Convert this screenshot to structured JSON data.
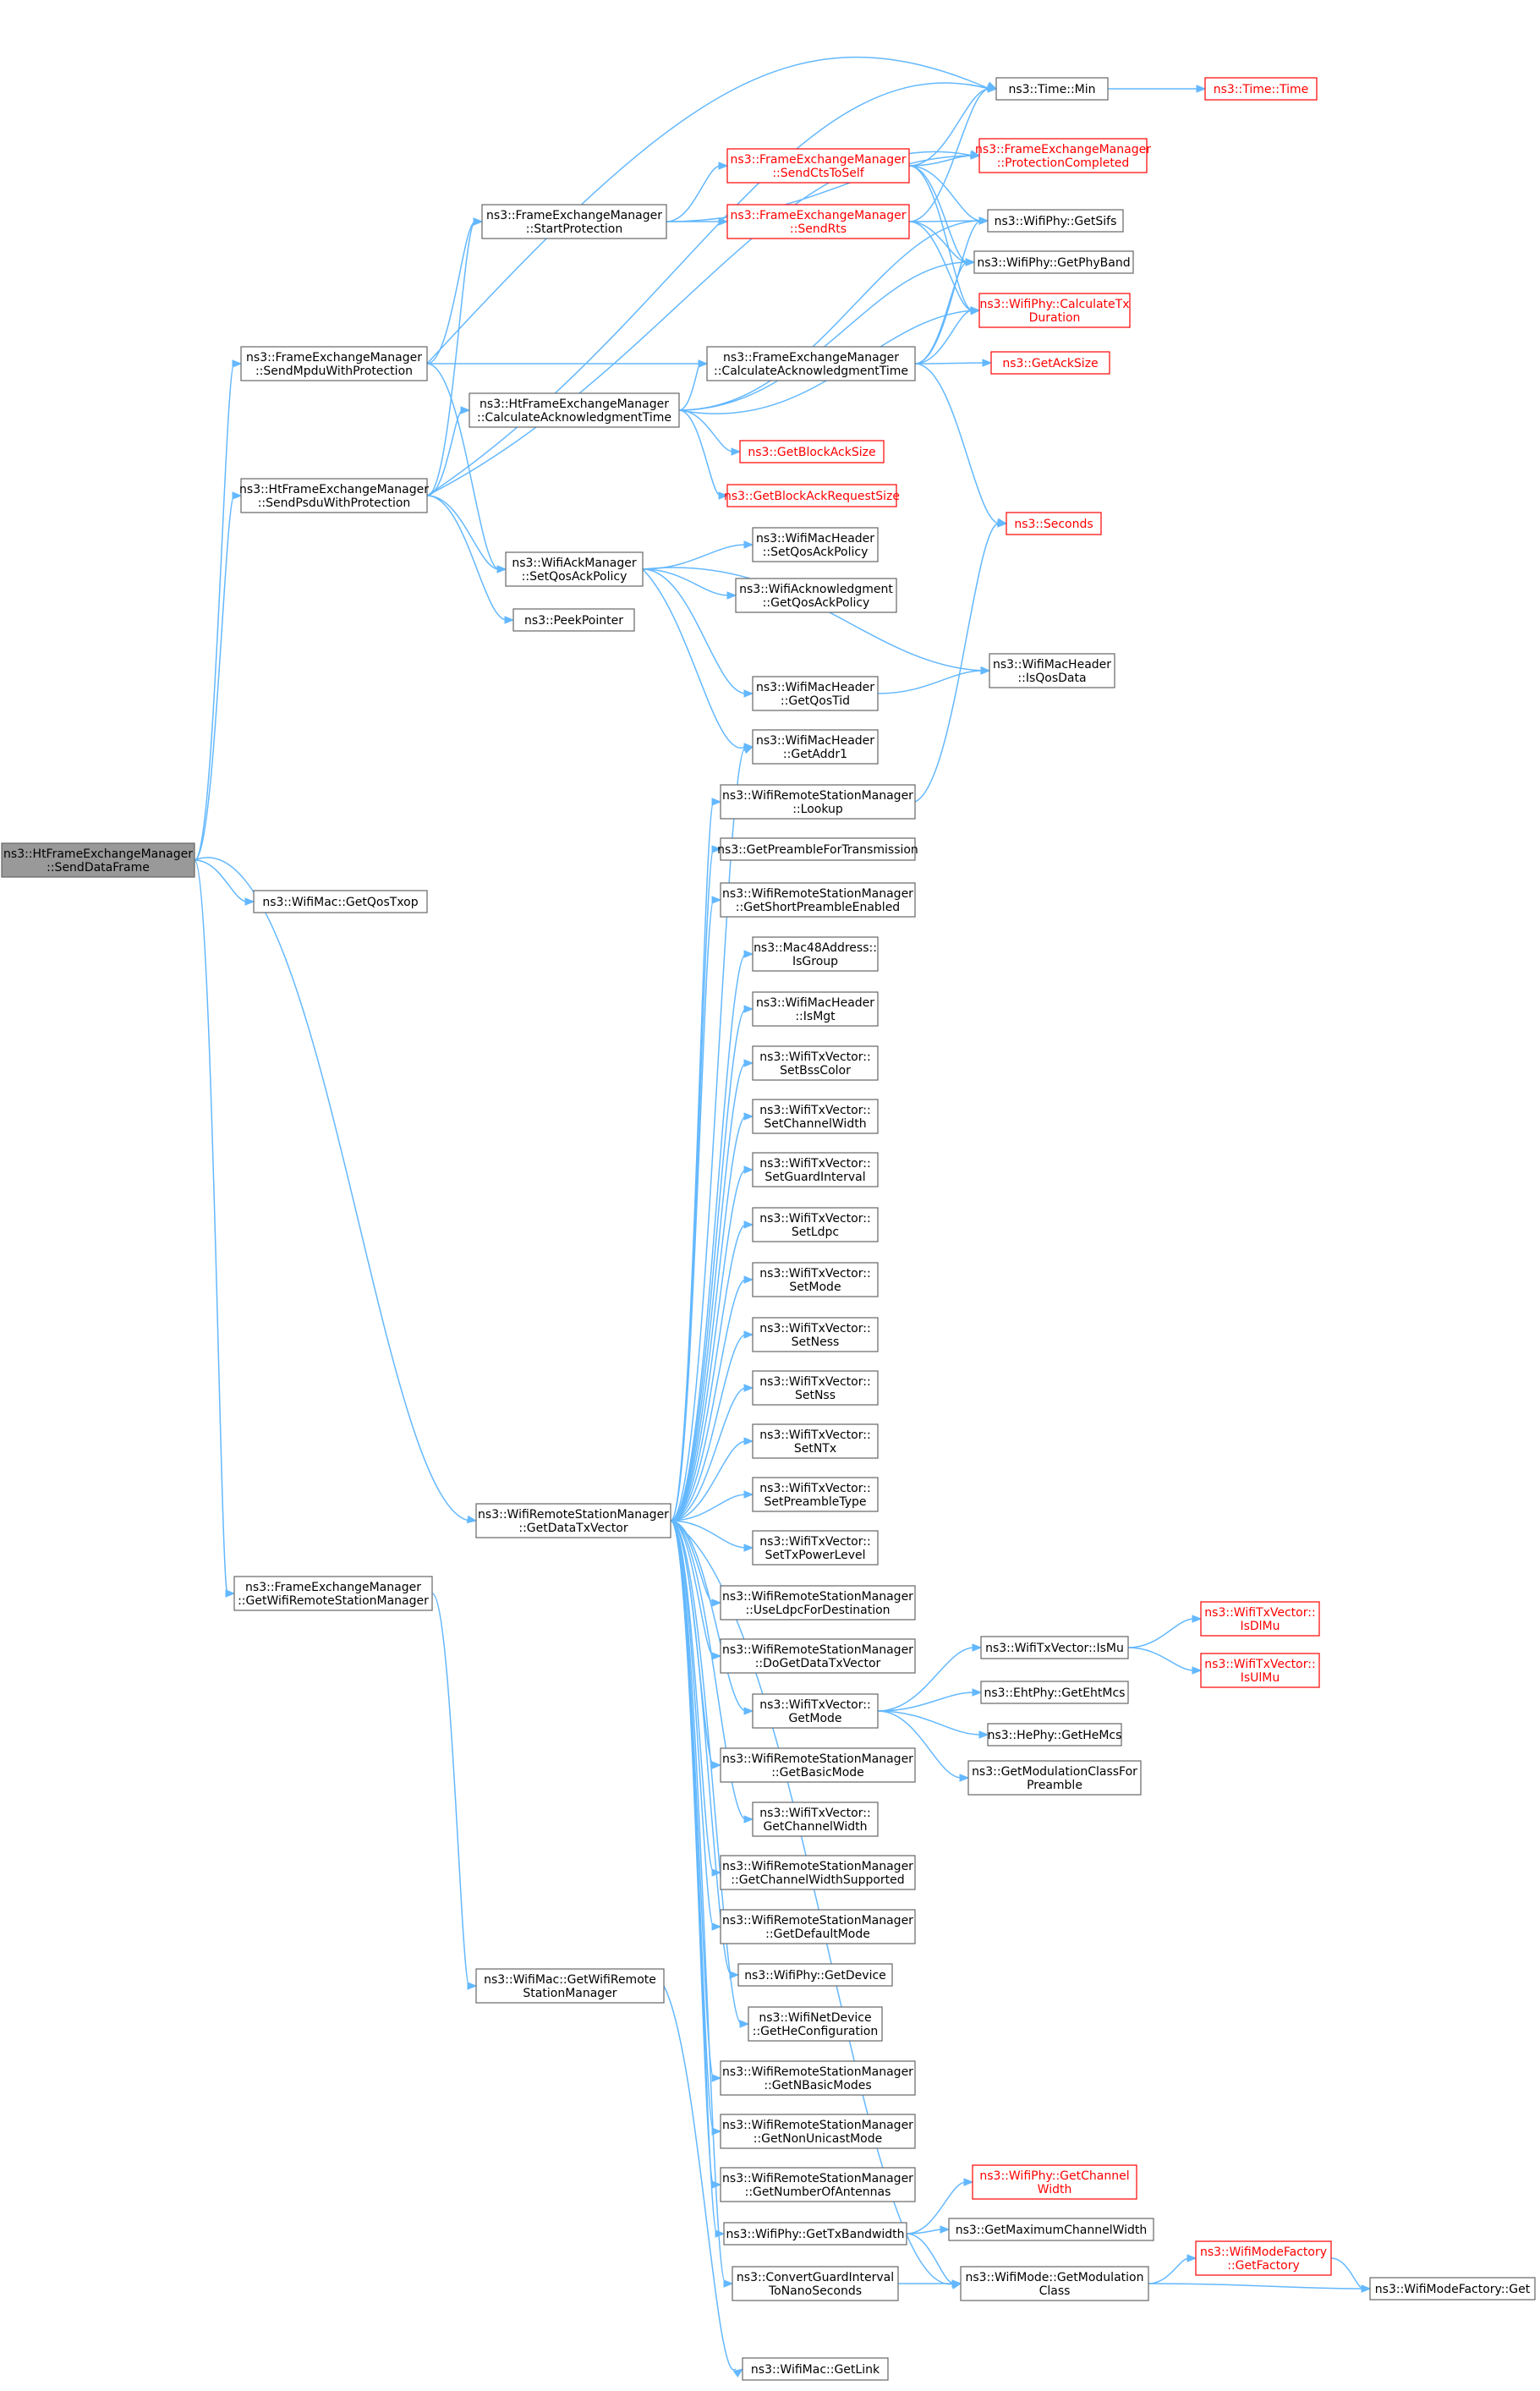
{
  "colors": {
    "edge": "#63b8ff",
    "node_border": "#666666",
    "node_border_incomplete": "#ff0000",
    "root_fill": "#999999"
  },
  "nodes": [
    {
      "id": "root",
      "lines": [
        "ns3::HtFrameExchangeManager",
        "::SendDataFrame"
      ],
      "kind": "root"
    },
    {
      "id": "send_mpdu",
      "lines": [
        "ns3::FrameExchangeManager",
        "::SendMpduWithProtection"
      ],
      "kind": "normal"
    },
    {
      "id": "send_psdu",
      "lines": [
        "ns3::HtFrameExchangeManager",
        "::SendPsduWithProtection"
      ],
      "kind": "normal"
    },
    {
      "id": "get_qos_txop",
      "lines": [
        "ns3::WifiMac::GetQosTxop"
      ],
      "kind": "normal"
    },
    {
      "id": "get_data_txvec",
      "lines": [
        "ns3::WifiRemoteStationManager",
        "::GetDataTxVector"
      ],
      "kind": "normal"
    },
    {
      "id": "get_wrsm",
      "lines": [
        "ns3::FrameExchangeManager",
        "::GetWifiRemoteStationManager"
      ],
      "kind": "normal"
    },
    {
      "id": "mac_get_wrsm",
      "lines": [
        "ns3::WifiMac::GetWifiRemote",
        "StationManager"
      ],
      "kind": "normal"
    },
    {
      "id": "start_prot",
      "lines": [
        "ns3::FrameExchangeManager",
        "::StartProtection"
      ],
      "kind": "normal"
    },
    {
      "id": "ht_calc_ack",
      "lines": [
        "ns3::HtFrameExchangeManager",
        "::CalculateAcknowledgmentTime"
      ],
      "kind": "normal"
    },
    {
      "id": "set_qos_ack",
      "lines": [
        "ns3::WifiAckManager",
        "::SetQosAckPolicy"
      ],
      "kind": "normal"
    },
    {
      "id": "peek_pointer",
      "lines": [
        "ns3::PeekPointer"
      ],
      "kind": "normal"
    },
    {
      "id": "send_cts",
      "lines": [
        "ns3::FrameExchangeManager",
        "::SendCtsToSelf"
      ],
      "kind": "red"
    },
    {
      "id": "send_rts",
      "lines": [
        "ns3::FrameExchangeManager",
        "::SendRts"
      ],
      "kind": "red"
    },
    {
      "id": "fem_calc_ack",
      "lines": [
        "ns3::FrameExchangeManager",
        "::CalculateAcknowledgmentTime"
      ],
      "kind": "normal"
    },
    {
      "id": "get_block_ack_size",
      "lines": [
        "ns3::GetBlockAckSize"
      ],
      "kind": "red"
    },
    {
      "id": "get_bar_size",
      "lines": [
        "ns3::GetBlockAckRequestSize"
      ],
      "kind": "red"
    },
    {
      "id": "hdr_set_qos_ack",
      "lines": [
        "ns3::WifiMacHeader",
        "::SetQosAckPolicy"
      ],
      "kind": "normal"
    },
    {
      "id": "ack_get_qos_ack",
      "lines": [
        "ns3::WifiAcknowledgment",
        "::GetQosAckPolicy"
      ],
      "kind": "normal"
    },
    {
      "id": "hdr_get_qos_tid",
      "lines": [
        "ns3::WifiMacHeader",
        "::GetQosTid"
      ],
      "kind": "normal"
    },
    {
      "id": "hdr_get_addr1",
      "lines": [
        "ns3::WifiMacHeader",
        "::GetAddr1"
      ],
      "kind": "normal"
    },
    {
      "id": "lookup",
      "lines": [
        "ns3::WifiRemoteStationManager",
        "::Lookup"
      ],
      "kind": "normal"
    },
    {
      "id": "get_preamble",
      "lines": [
        "ns3::GetPreambleForTransmission"
      ],
      "kind": "normal"
    },
    {
      "id": "short_preamble",
      "lines": [
        "ns3::WifiRemoteStationManager",
        "::GetShortPreambleEnabled"
      ],
      "kind": "normal"
    },
    {
      "id": "mac48_isgroup",
      "lines": [
        "ns3::Mac48Address::",
        "IsGroup"
      ],
      "kind": "normal"
    },
    {
      "id": "hdr_ismgt",
      "lines": [
        "ns3::WifiMacHeader",
        "::IsMgt"
      ],
      "kind": "normal"
    },
    {
      "id": "set_bss_color",
      "lines": [
        "ns3::WifiTxVector::",
        "SetBssColor"
      ],
      "kind": "normal"
    },
    {
      "id": "set_channel_width",
      "lines": [
        "ns3::WifiTxVector::",
        "SetChannelWidth"
      ],
      "kind": "normal"
    },
    {
      "id": "set_guard_interval",
      "lines": [
        "ns3::WifiTxVector::",
        "SetGuardInterval"
      ],
      "kind": "normal"
    },
    {
      "id": "set_ldpc",
      "lines": [
        "ns3::WifiTxVector::",
        "SetLdpc"
      ],
      "kind": "normal"
    },
    {
      "id": "set_mode",
      "lines": [
        "ns3::WifiTxVector::",
        "SetMode"
      ],
      "kind": "normal"
    },
    {
      "id": "set_ness",
      "lines": [
        "ns3::WifiTxVector::",
        "SetNess"
      ],
      "kind": "normal"
    },
    {
      "id": "set_nss",
      "lines": [
        "ns3::WifiTxVector::",
        "SetNss"
      ],
      "kind": "normal"
    },
    {
      "id": "set_ntx",
      "lines": [
        "ns3::WifiTxVector::",
        "SetNTx"
      ],
      "kind": "normal"
    },
    {
      "id": "set_preamble_type",
      "lines": [
        "ns3::WifiTxVector::",
        "SetPreambleType"
      ],
      "kind": "normal"
    },
    {
      "id": "set_tx_power",
      "lines": [
        "ns3::WifiTxVector::",
        "SetTxPowerLevel"
      ],
      "kind": "normal"
    },
    {
      "id": "use_ldpc",
      "lines": [
        "ns3::WifiRemoteStationManager",
        "::UseLdpcForDestination"
      ],
      "kind": "normal"
    },
    {
      "id": "do_get_data_txvec",
      "lines": [
        "ns3::WifiRemoteStationManager",
        "::DoGetDataTxVector"
      ],
      "kind": "normal"
    },
    {
      "id": "txvec_get_mode",
      "lines": [
        "ns3::WifiTxVector::",
        "GetMode"
      ],
      "kind": "normal"
    },
    {
      "id": "get_basic_mode",
      "lines": [
        "ns3::WifiRemoteStationManager",
        "::GetBasicMode"
      ],
      "kind": "normal"
    },
    {
      "id": "get_channel_width",
      "lines": [
        "ns3::WifiTxVector::",
        "GetChannelWidth"
      ],
      "kind": "normal"
    },
    {
      "id": "cw_supported",
      "lines": [
        "ns3::WifiRemoteStationManager",
        "::GetChannelWidthSupported"
      ],
      "kind": "normal"
    },
    {
      "id": "get_default_mode",
      "lines": [
        "ns3::WifiRemoteStationManager",
        "::GetDefaultMode"
      ],
      "kind": "normal"
    },
    {
      "id": "phy_get_device",
      "lines": [
        "ns3::WifiPhy::GetDevice"
      ],
      "kind": "normal"
    },
    {
      "id": "he_config",
      "lines": [
        "ns3::WifiNetDevice",
        "::GetHeConfiguration"
      ],
      "kind": "normal"
    },
    {
      "id": "n_basic_modes",
      "lines": [
        "ns3::WifiRemoteStationManager",
        "::GetNBasicModes"
      ],
      "kind": "normal"
    },
    {
      "id": "non_unicast",
      "lines": [
        "ns3::WifiRemoteStationManager",
        "::GetNonUnicastMode"
      ],
      "kind": "normal"
    },
    {
      "id": "num_antennas",
      "lines": [
        "ns3::WifiRemoteStationManager",
        "::GetNumberOfAntennas"
      ],
      "kind": "normal"
    },
    {
      "id": "get_tx_bandwidth",
      "lines": [
        "ns3::WifiPhy::GetTxBandwidth"
      ],
      "kind": "normal"
    },
    {
      "id": "convert_gi",
      "lines": [
        "ns3::ConvertGuardInterval",
        "ToNanoSeconds"
      ],
      "kind": "normal"
    },
    {
      "id": "mac_get_link",
      "lines": [
        "ns3::WifiMac::GetLink"
      ],
      "kind": "normal"
    },
    {
      "id": "time_min",
      "lines": [
        "ns3::Time::Min"
      ],
      "kind": "normal"
    },
    {
      "id": "prot_completed",
      "lines": [
        "ns3::FrameExchangeManager",
        "::ProtectionCompleted"
      ],
      "kind": "red"
    },
    {
      "id": "get_sifs",
      "lines": [
        "ns3::WifiPhy::GetSifs"
      ],
      "kind": "normal"
    },
    {
      "id": "get_phy_band",
      "lines": [
        "ns3::WifiPhy::GetPhyBand"
      ],
      "kind": "normal"
    },
    {
      "id": "calc_tx_duration",
      "lines": [
        "ns3::WifiPhy::CalculateTx",
        "Duration"
      ],
      "kind": "red"
    },
    {
      "id": "get_ack_size",
      "lines": [
        "ns3::GetAckSize"
      ],
      "kind": "red"
    },
    {
      "id": "seconds",
      "lines": [
        "ns3::Seconds"
      ],
      "kind": "red"
    },
    {
      "id": "hdr_is_qos_data",
      "lines": [
        "ns3::WifiMacHeader",
        "::IsQosData"
      ],
      "kind": "normal"
    },
    {
      "id": "txvec_is_mu",
      "lines": [
        "ns3::WifiTxVector::IsMu"
      ],
      "kind": "normal"
    },
    {
      "id": "eht_get_mcs",
      "lines": [
        "ns3::EhtPhy::GetEhtMcs"
      ],
      "kind": "normal"
    },
    {
      "id": "he_get_mcs",
      "lines": [
        "ns3::HePhy::GetHeMcs"
      ],
      "kind": "normal"
    },
    {
      "id": "mod_class_preamble",
      "lines": [
        "ns3::GetModulationClassFor",
        "Preamble"
      ],
      "kind": "normal"
    },
    {
      "id": "phy_get_channel_width",
      "lines": [
        "ns3::WifiPhy::GetChannel",
        "Width"
      ],
      "kind": "red"
    },
    {
      "id": "max_channel_width",
      "lines": [
        "ns3::GetMaximumChannelWidth"
      ],
      "kind": "normal"
    },
    {
      "id": "mode_get_mod_class",
      "lines": [
        "ns3::WifiMode::GetModulation",
        "Class"
      ],
      "kind": "normal"
    },
    {
      "id": "time_time",
      "lines": [
        "ns3::Time::Time"
      ],
      "kind": "red"
    },
    {
      "id": "is_dl_mu",
      "lines": [
        "ns3::WifiTxVector::",
        "IsDlMu"
      ],
      "kind": "red"
    },
    {
      "id": "is_ul_mu",
      "lines": [
        "ns3::WifiTxVector::",
        "IsUlMu"
      ],
      "kind": "red"
    },
    {
      "id": "mode_factory_get_factory",
      "lines": [
        "ns3::WifiModeFactory",
        "::GetFactory"
      ],
      "kind": "red"
    },
    {
      "id": "mode_factory_get",
      "lines": [
        "ns3::WifiModeFactory::Get"
      ],
      "kind": "normal"
    }
  ],
  "edges": [
    [
      "root",
      "send_mpdu"
    ],
    [
      "root",
      "send_psdu"
    ],
    [
      "root",
      "get_qos_txop"
    ],
    [
      "root",
      "get_data_txvec"
    ],
    [
      "root",
      "get_wrsm"
    ],
    [
      "send_mpdu",
      "start_prot"
    ],
    [
      "send_mpdu",
      "time_min"
    ],
    [
      "send_mpdu",
      "fem_calc_ack"
    ],
    [
      "send_mpdu",
      "set_qos_ack"
    ],
    [
      "send_psdu",
      "start_prot"
    ],
    [
      "send_psdu",
      "prot_completed"
    ],
    [
      "send_psdu",
      "ht_calc_ack"
    ],
    [
      "send_psdu",
      "set_qos_ack"
    ],
    [
      "send_psdu",
      "peek_pointer"
    ],
    [
      "send_psdu",
      "time_min"
    ],
    [
      "get_wrsm",
      "mac_get_wrsm"
    ],
    [
      "mac_get_wrsm",
      "mac_get_link"
    ],
    [
      "start_prot",
      "send_cts"
    ],
    [
      "start_prot",
      "send_rts"
    ],
    [
      "start_prot",
      "prot_completed"
    ],
    [
      "send_cts",
      "time_min"
    ],
    [
      "send_cts",
      "prot_completed"
    ],
    [
      "send_cts",
      "get_sifs"
    ],
    [
      "send_cts",
      "get_phy_band"
    ],
    [
      "send_cts",
      "calc_tx_duration"
    ],
    [
      "send_rts",
      "time_min"
    ],
    [
      "send_rts",
      "get_sifs"
    ],
    [
      "send_rts",
      "get_phy_band"
    ],
    [
      "send_rts",
      "calc_tx_duration"
    ],
    [
      "ht_calc_ack",
      "fem_calc_ack"
    ],
    [
      "ht_calc_ack",
      "get_block_ack_size"
    ],
    [
      "ht_calc_ack",
      "get_bar_size"
    ],
    [
      "ht_calc_ack",
      "get_sifs"
    ],
    [
      "ht_calc_ack",
      "get_phy_band"
    ],
    [
      "ht_calc_ack",
      "calc_tx_duration"
    ],
    [
      "fem_calc_ack",
      "get_sifs"
    ],
    [
      "fem_calc_ack",
      "get_phy_band"
    ],
    [
      "fem_calc_ack",
      "calc_tx_duration"
    ],
    [
      "fem_calc_ack",
      "get_ack_size"
    ],
    [
      "fem_calc_ack",
      "seconds"
    ],
    [
      "set_qos_ack",
      "hdr_set_qos_ack"
    ],
    [
      "set_qos_ack",
      "ack_get_qos_ack"
    ],
    [
      "set_qos_ack",
      "hdr_get_qos_tid"
    ],
    [
      "set_qos_ack",
      "hdr_get_addr1"
    ],
    [
      "set_qos_ack",
      "hdr_is_qos_data"
    ],
    [
      "hdr_get_qos_tid",
      "hdr_is_qos_data"
    ],
    [
      "lookup",
      "seconds"
    ],
    [
      "time_min",
      "time_time"
    ],
    [
      "get_data_txvec",
      "hdr_get_addr1"
    ],
    [
      "get_data_txvec",
      "lookup"
    ],
    [
      "get_data_txvec",
      "get_preamble"
    ],
    [
      "get_data_txvec",
      "short_preamble"
    ],
    [
      "get_data_txvec",
      "mac48_isgroup"
    ],
    [
      "get_data_txvec",
      "hdr_ismgt"
    ],
    [
      "get_data_txvec",
      "set_bss_color"
    ],
    [
      "get_data_txvec",
      "set_channel_width"
    ],
    [
      "get_data_txvec",
      "set_guard_interval"
    ],
    [
      "get_data_txvec",
      "set_ldpc"
    ],
    [
      "get_data_txvec",
      "set_mode"
    ],
    [
      "get_data_txvec",
      "set_ness"
    ],
    [
      "get_data_txvec",
      "set_nss"
    ],
    [
      "get_data_txvec",
      "set_ntx"
    ],
    [
      "get_data_txvec",
      "set_preamble_type"
    ],
    [
      "get_data_txvec",
      "set_tx_power"
    ],
    [
      "get_data_txvec",
      "use_ldpc"
    ],
    [
      "get_data_txvec",
      "do_get_data_txvec"
    ],
    [
      "get_data_txvec",
      "txvec_get_mode"
    ],
    [
      "get_data_txvec",
      "get_basic_mode"
    ],
    [
      "get_data_txvec",
      "get_channel_width"
    ],
    [
      "get_data_txvec",
      "cw_supported"
    ],
    [
      "get_data_txvec",
      "get_default_mode"
    ],
    [
      "get_data_txvec",
      "phy_get_device"
    ],
    [
      "get_data_txvec",
      "he_config"
    ],
    [
      "get_data_txvec",
      "n_basic_modes"
    ],
    [
      "get_data_txvec",
      "non_unicast"
    ],
    [
      "get_data_txvec",
      "num_antennas"
    ],
    [
      "get_data_txvec",
      "get_tx_bandwidth"
    ],
    [
      "get_data_txvec",
      "convert_gi"
    ],
    [
      "get_data_txvec",
      "mode_get_mod_class"
    ],
    [
      "txvec_get_mode",
      "txvec_is_mu"
    ],
    [
      "txvec_get_mode",
      "eht_get_mcs"
    ],
    [
      "txvec_get_mode",
      "he_get_mcs"
    ],
    [
      "txvec_get_mode",
      "mod_class_preamble"
    ],
    [
      "txvec_is_mu",
      "is_dl_mu"
    ],
    [
      "txvec_is_mu",
      "is_ul_mu"
    ],
    [
      "get_tx_bandwidth",
      "phy_get_channel_width"
    ],
    [
      "get_tx_bandwidth",
      "max_channel_width"
    ],
    [
      "get_tx_bandwidth",
      "mode_get_mod_class"
    ],
    [
      "convert_gi",
      "mode_get_mod_class"
    ],
    [
      "mode_get_mod_class",
      "mode_factory_get_factory"
    ],
    [
      "mode_get_mod_class",
      "mode_factory_get"
    ],
    [
      "mode_factory_get_factory",
      "mode_factory_get"
    ]
  ]
}
